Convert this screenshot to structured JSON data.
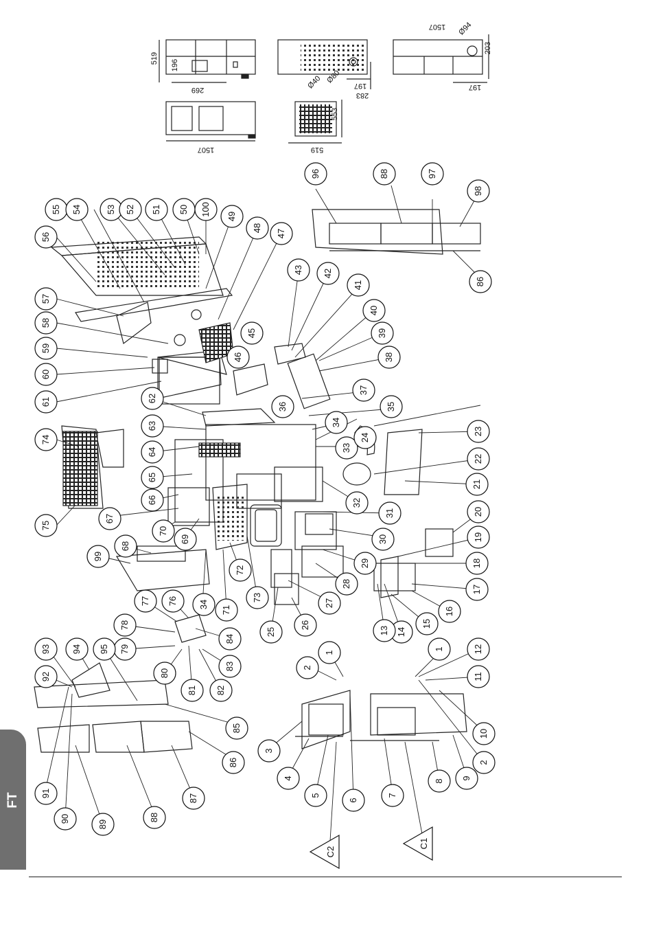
{
  "side_tab": {
    "label": "FT"
  },
  "dimensions": [
    "519",
    "196",
    "269",
    "1507",
    "Ø40",
    "Ø80",
    "197",
    "283",
    "553",
    "519",
    "Ø94",
    "203",
    "197",
    "1507"
  ],
  "callouts": [
    "56",
    "55",
    "54",
    "53",
    "52",
    "51",
    "50",
    "100",
    "49",
    "48",
    "47",
    "57",
    "58",
    "59",
    "60",
    "61",
    "45",
    "46",
    "43",
    "42",
    "41",
    "40",
    "39",
    "38",
    "37",
    "62",
    "63",
    "64",
    "65",
    "66",
    "67",
    "70",
    "69",
    "68",
    "99",
    "34",
    "71",
    "72",
    "73",
    "36",
    "35",
    "34",
    "33",
    "24",
    "23",
    "22",
    "21",
    "32",
    "31",
    "30",
    "29",
    "28",
    "27",
    "26",
    "25",
    "20",
    "19",
    "18",
    "17",
    "16",
    "15",
    "14",
    "13",
    "74",
    "75",
    "77",
    "76",
    "78",
    "84",
    "79",
    "83",
    "80",
    "81",
    "82",
    "93",
    "94",
    "95",
    "92",
    "85",
    "91",
    "90",
    "89",
    "88",
    "87",
    "86",
    "1",
    "2",
    "3",
    "4",
    "5",
    "6",
    "7",
    "1",
    "12",
    "11",
    "10",
    "2",
    "9",
    "8",
    "96",
    "88",
    "97",
    "98",
    "86"
  ],
  "triangles": [
    "C2",
    "C1"
  ]
}
